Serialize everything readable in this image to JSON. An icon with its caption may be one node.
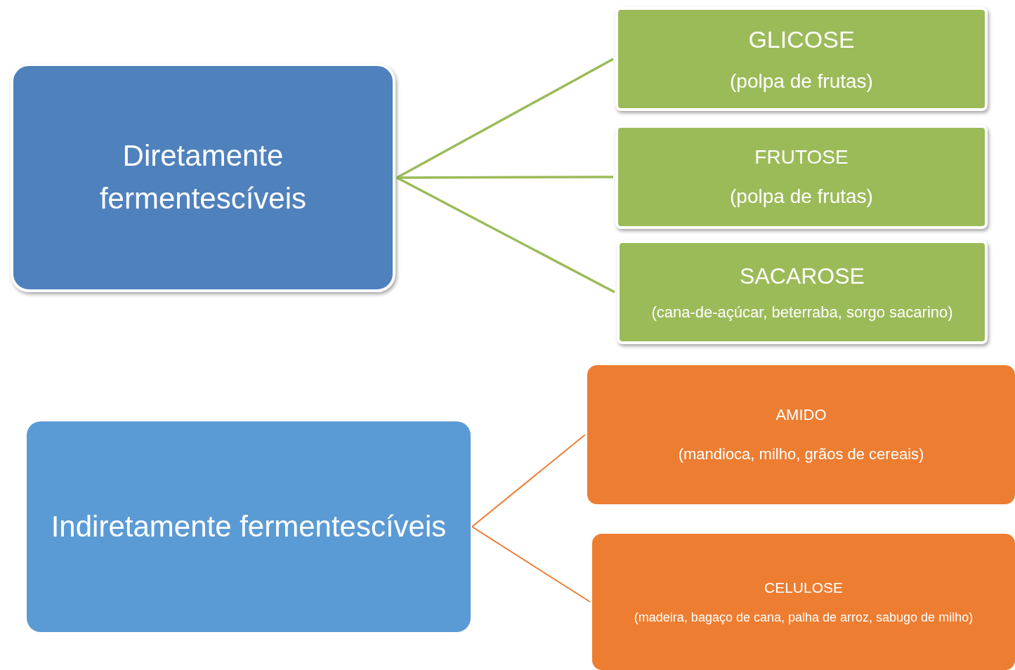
{
  "diagram": {
    "nodes": [
      {
        "text": [
          "Diretamente fermentescíveis"
        ]
      },
      {
        "text": [
          "GLICOSE",
          "(polpa de frutas)"
        ]
      },
      {
        "text": [
          "FRUTOSE",
          "(polpa de frutas)"
        ]
      },
      {
        "text": [
          "SACAROSE",
          "(cana-de-açúcar, beterraba, sorgo sacarino)"
        ]
      },
      {
        "text": [
          "Indiretamente fermentescíveis"
        ]
      },
      {
        "text": [
          "AMIDO",
          "(mandioca, milho, grãos de cereais)"
        ]
      },
      {
        "text": [
          "CELULOSE",
          "(madeira, bagaço de cana, palha de arroz, sabugo de milho)"
        ]
      }
    ],
    "edges": [
      {
        "from": 0,
        "to": 1,
        "arrow": "none"
      },
      {
        "from": 0,
        "to": 2,
        "arrow": "none"
      },
      {
        "from": 0,
        "to": 3,
        "arrow": "none"
      },
      {
        "from": 4,
        "to": 5,
        "arrow": "none",
        "color": "#ed7d31"
      },
      {
        "from": 4,
        "to": 6,
        "arrow": "none",
        "color": "#ed7d31"
      }
    ]
  }
}
